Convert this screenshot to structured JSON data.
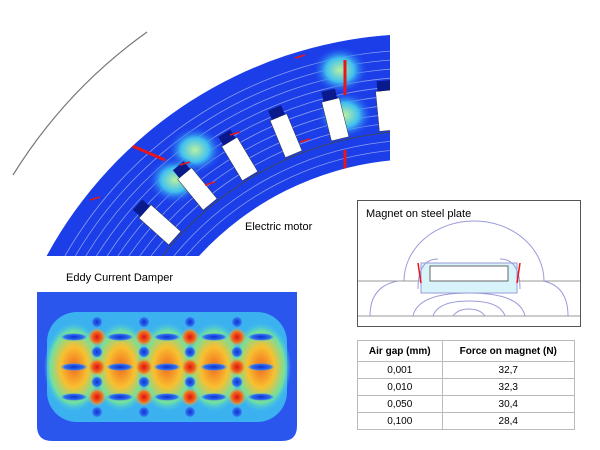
{
  "labels": {
    "electric_motor": "Electric motor",
    "eddy_current_damper": "Eddy Current Damper",
    "magnet_on_steel_plate": "Magnet on steel plate"
  },
  "table": {
    "headers": [
      "Air gap (mm)",
      "Force on magnet (N)"
    ],
    "rows": [
      [
        "0,001",
        "32,7"
      ],
      [
        "0,010",
        "32,3"
      ],
      [
        "0,050",
        "30,4"
      ],
      [
        "0,100",
        "28,4"
      ]
    ]
  },
  "colors": {
    "field_dark": "#0a1a8c",
    "field_blue": "#1a3cf0",
    "arrow_red": "#e8161b",
    "hot": "#f5a020"
  }
}
